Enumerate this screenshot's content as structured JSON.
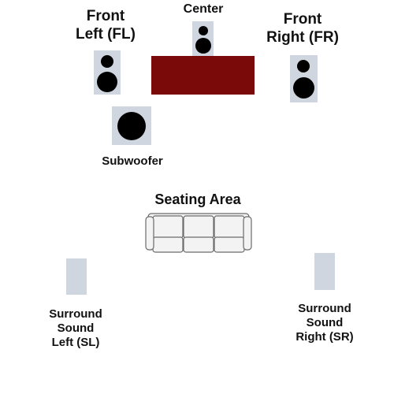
{
  "labels": {
    "front_left": "Front\nLeft (FL)",
    "center": "Center",
    "front_right": "Front\nRight (FR)",
    "subwoofer": "Subwoofer",
    "seating_area": "Seating Area",
    "surround_left": "Surround\nSound\nLeft (SL)",
    "surround_right": "Surround\nSound\nRight (SR)"
  },
  "icons": {
    "front_left": "speaker-icon",
    "center": "speaker-icon",
    "front_right": "speaker-icon",
    "subwoofer": "subwoofer-icon",
    "tv": "tv-screen",
    "sofa": "sofa-icon",
    "surround_left": "speaker-icon",
    "surround_right": "speaker-icon"
  },
  "colors": {
    "speaker_body": "#cfd6df",
    "speaker_cone": "#000000",
    "tv": "#7a0a0a",
    "sofa_fill": "#f3f3f3",
    "sofa_stroke": "#6b6b6b"
  }
}
